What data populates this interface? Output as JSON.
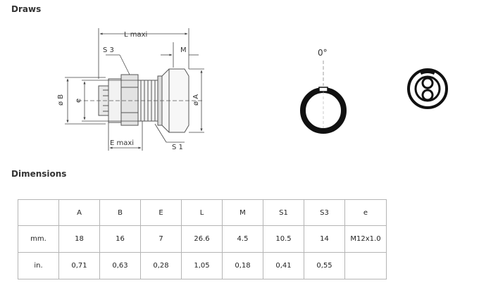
{
  "sections": {
    "draws_title": "Draws",
    "dimensions_title": "Dimensions"
  },
  "drawing": {
    "labels": {
      "l_maxi": "L maxi",
      "s3": "S 3",
      "m": "M",
      "dia_b": "ø B",
      "e": "e",
      "dia_a": "ø A",
      "e_maxi": "E maxi",
      "s1": "S 1",
      "angle": "0°"
    }
  },
  "table": {
    "headers": [
      "",
      "A",
      "B",
      "E",
      "L",
      "M",
      "S1",
      "S3",
      "e"
    ],
    "rows": [
      [
        "mm.",
        "18",
        "16",
        "7",
        "26.6",
        "4.5",
        "10.5",
        "14",
        "M12x1.0"
      ],
      [
        "in.",
        "0,71",
        "0,63",
        "0,28",
        "1,05",
        "0,18",
        "0,41",
        "0,55",
        ""
      ]
    ]
  },
  "colors": {
    "line": "#555555",
    "ring": "#111111",
    "table_border": "#b5b5b5"
  }
}
